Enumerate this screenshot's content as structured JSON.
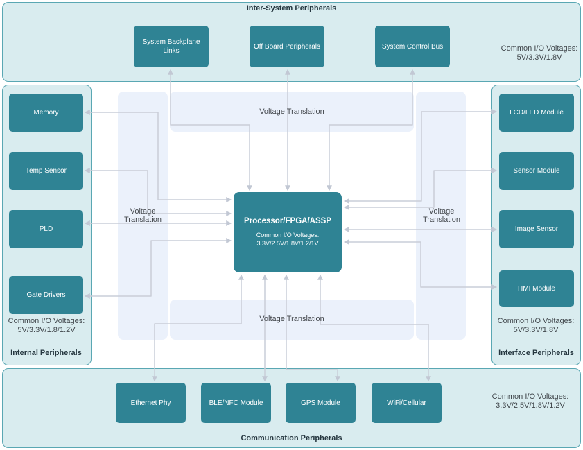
{
  "diagram": {
    "center": {
      "title": "Processor/FPGA/ASSP",
      "io_line1": "Common I/O Voltages:",
      "io_line2": "3.3V/2.5V/1.8V/1.2/1V"
    },
    "regions": {
      "top": {
        "title": "Inter-System Peripherals",
        "io_line1": "Common I/O Voltages:",
        "io_line2": "5V/3.3V/1.8V",
        "blocks": [
          {
            "id": "sbl",
            "label": "System Backplane Links"
          },
          {
            "id": "offboard",
            "label": "Off Board Peripherals"
          },
          {
            "id": "scb",
            "label": "System Control Bus"
          }
        ]
      },
      "left": {
        "title": "Internal Peripherals",
        "io_line1": "Common I/O Voltages:",
        "io_line2": "5V/3.3V/1.8/1.2V",
        "blocks": [
          {
            "id": "memory",
            "label": "Memory"
          },
          {
            "id": "temp",
            "label": "Temp Sensor"
          },
          {
            "id": "pld",
            "label": "PLD"
          },
          {
            "id": "gate",
            "label": "Gate Drivers"
          }
        ]
      },
      "right": {
        "title": "Interface Peripherals",
        "io_line1": "Common I/O Voltages:",
        "io_line2": "5V/3.3V/1.8V",
        "blocks": [
          {
            "id": "lcd",
            "label": "LCD/LED Module"
          },
          {
            "id": "sensor",
            "label": "Sensor Module"
          },
          {
            "id": "image",
            "label": "Image Sensor"
          },
          {
            "id": "hmi",
            "label": "HMI Module"
          }
        ]
      },
      "bottom": {
        "title": "Communication Peripherals",
        "io_line1": "Common I/O Voltages:",
        "io_line2": "3.3V/2.5V/1.8V/1.2V",
        "blocks": [
          {
            "id": "ethernet",
            "label": "Ethernet Phy"
          },
          {
            "id": "ble",
            "label": "BLE/NFC Module"
          },
          {
            "id": "gps",
            "label": "GPS Module"
          },
          {
            "id": "wifi",
            "label": "WiFi/Cellular"
          }
        ]
      }
    },
    "translation_labels": {
      "top": "Voltage Translation",
      "bottom": "Voltage Translation",
      "left_line1": "Voltage",
      "left_line2": "Translation",
      "right_line1": "Voltage",
      "right_line2": "Translation"
    }
  },
  "colors": {
    "block_fill": "#2f8394",
    "band_fill": "#d9ecef",
    "band_border": "#5aa7b3",
    "translation_zone_fill": "#ebf1fb",
    "connector": "#c9ced8",
    "block_text": "#ffffff",
    "title_text": "#25363f",
    "io_text": "#41474c"
  }
}
